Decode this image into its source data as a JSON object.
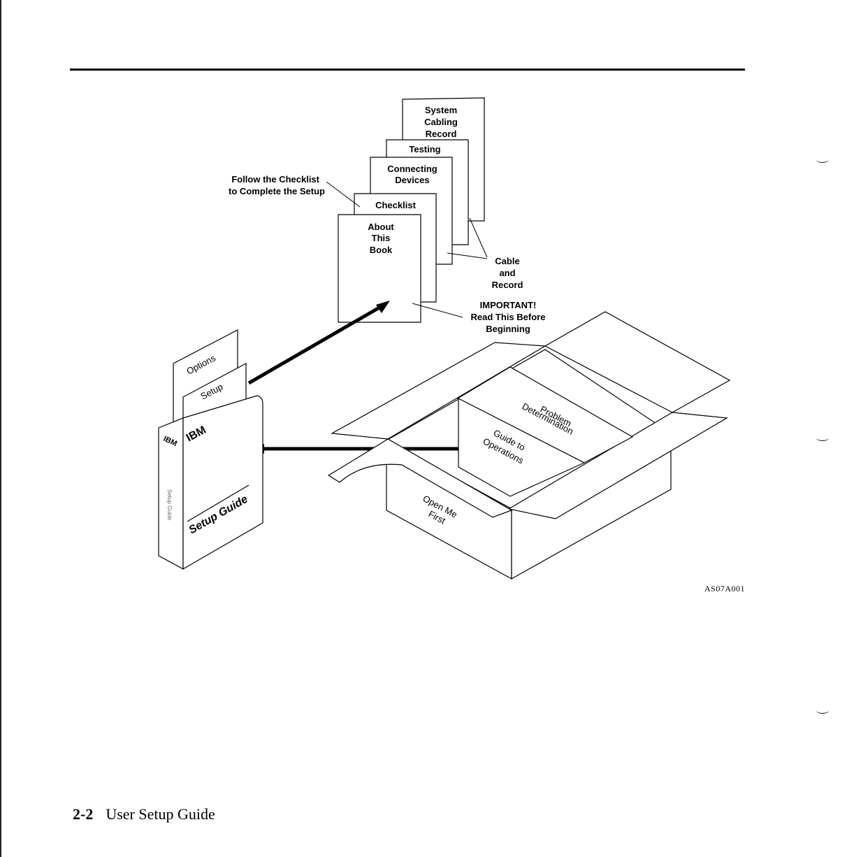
{
  "labels": {
    "system_cabling_record": [
      "System",
      "Cabling",
      "Record"
    ],
    "testing": "Testing",
    "connecting_devices": [
      "Connecting",
      "Devices"
    ],
    "checklist": "Checklist",
    "about_this_book": [
      "About",
      "This",
      "Book"
    ],
    "follow_checklist": [
      "Follow the Checklist",
      "to Complete the Setup"
    ],
    "cable_and_record": [
      "Cable",
      "and",
      "Record"
    ],
    "important": [
      "IMPORTANT!",
      "Read This Before",
      "Beginning"
    ],
    "options": "Options",
    "setup": "Setup",
    "ibm": "IBM",
    "setup_guide": "Setup Guide",
    "problem_determination": [
      "Problem",
      "Determination"
    ],
    "guide_to_operations": [
      "Guide to",
      "Operations"
    ],
    "open_me_first": [
      "Open Me",
      "First"
    ]
  },
  "figure_id": "AS07A001",
  "footer": {
    "page_number": "2-2",
    "book_title": "User Setup Guide"
  }
}
